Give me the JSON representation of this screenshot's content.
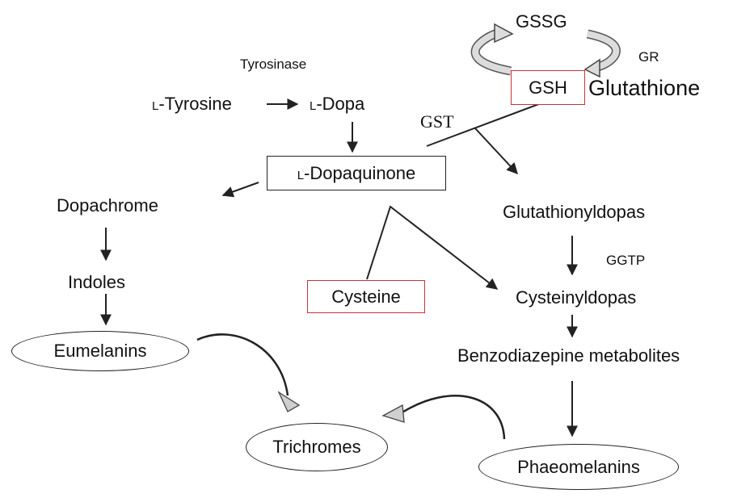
{
  "nodes": {
    "gssg": "GSSG",
    "gr": "GR",
    "gsh": "GSH",
    "glutathione": "Glutathione",
    "tyrosinase": "Tyrosinase",
    "l_tyrosine": {
      "prefix": "L",
      "name": "-Tyrosine"
    },
    "l_dopa": {
      "prefix": "L",
      "name": "-Dopa"
    },
    "gst": "GST",
    "l_dopaquinone": {
      "prefix": "L",
      "name": "-Dopaquinone"
    },
    "dopachrome": "Dopachrome",
    "glutathionyldopas": "Glutathionyldopas",
    "ggtp": "GGTP",
    "indoles": "Indoles",
    "cysteine": "Cysteine",
    "cysteinyldopas": "Cysteinyldopas",
    "eumelanins": "Eumelanins",
    "benzodiazepine": "Benzodiazepine metabolites",
    "trichromes": "Trichromes",
    "phaeomelanins": "Phaeomelanins"
  },
  "colors": {
    "line": "#222222",
    "highlight_border": "#c8323a",
    "cycle_arrow_fill": "#cfcfcf"
  }
}
